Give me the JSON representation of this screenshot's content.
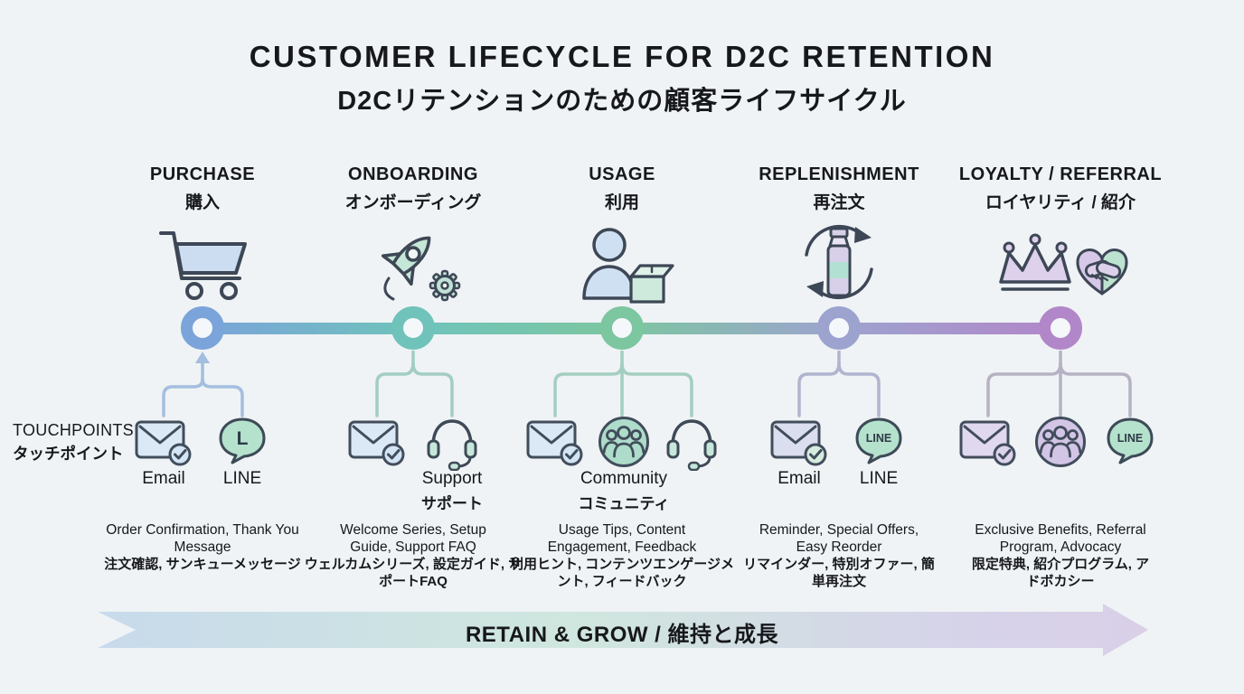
{
  "title": {
    "en": "CUSTOMER LIFECYCLE FOR D2C RETENTION",
    "ja": "D2Cリテンションのための顧客ライフサイクル"
  },
  "touchpoints_legend": {
    "en": "TOUCHPOINTS",
    "ja": "タッチポイント"
  },
  "bottom_arrow": {
    "label": "RETAIN & GROW / 維持と成長"
  },
  "colors": {
    "background": "#eff3f5",
    "text": "#17181b",
    "timeline_gradient": [
      "#7aa4da",
      "#6fc3bb",
      "#7cc6a0",
      "#9da3cf",
      "#b287c9"
    ],
    "arrow_gradient": [
      "#c8daec",
      "#cfe7de",
      "#d9d0e8"
    ]
  },
  "stages": [
    {
      "name_en": "PURCHASE",
      "name_ja": "購入",
      "icon": "shopping-cart",
      "node_color": "#7aa4da",
      "connector_color": "#a3bedf",
      "touchpoints": [
        {
          "icon": "email-check",
          "label": "Email"
        },
        {
          "icon": "line-bubble",
          "bubble_text": "L",
          "label": "LINE"
        }
      ],
      "desc_en": "Order Confirmation, Thank You Message",
      "desc_ja": "注文確認, サンキューメッセージ"
    },
    {
      "name_en": "ONBOARDING",
      "name_ja": "オンボーディング",
      "icon": "rocket-gear",
      "node_color": "#6fc3bb",
      "connector_color": "#a2cdc4",
      "touchpoints": [
        {
          "icon": "email-check"
        },
        {
          "icon": "headset",
          "label": "Support",
          "label_ja": "サポート"
        }
      ],
      "desc_en": "Welcome Series, Setup Guide, Support FAQ",
      "desc_ja": "ウェルカムシリーズ, 設定ガイド, サポートFAQ"
    },
    {
      "name_en": "USAGE",
      "name_ja": "利用",
      "icon": "person-box",
      "node_color": "#7cc6a0",
      "connector_color": "#a3cec0",
      "touchpoints": [
        {
          "icon": "email-check"
        },
        {
          "icon": "community-people",
          "label": "Community",
          "label_ja": "コミュニティ"
        },
        {
          "icon": "headset"
        }
      ],
      "desc_en": "Usage Tips, Content Engagement, Feedback",
      "desc_ja": "利用ヒント, コンテンツエンゲージメント, フィードバック"
    },
    {
      "name_en": "REPLENISHMENT",
      "name_ja": "再注文",
      "icon": "bottle-reorder",
      "node_color": "#9da3cf",
      "connector_color": "#b1b4ce",
      "touchpoints": [
        {
          "icon": "email-check",
          "label": "Email"
        },
        {
          "icon": "line-bubble",
          "bubble_text": "LINE",
          "label": "LINE"
        }
      ],
      "desc_en": "Reminder, Special Offers, Easy Reorder",
      "desc_ja": "リマインダー, 特別オファー, 簡単再注文"
    },
    {
      "name_en": "LOYALTY / REFERRAL",
      "name_ja": "ロイヤリティ / 紹介",
      "icon": "crown-handshake",
      "node_color": "#b287c9",
      "connector_color": "#b6b2c4",
      "touchpoints": [
        {
          "icon": "email-check"
        },
        {
          "icon": "community-people"
        },
        {
          "icon": "line-bubble",
          "bubble_text": "LINE"
        }
      ],
      "desc_en": "Exclusive Benefits, Referral Program, Advocacy",
      "desc_ja": "限定特典, 紹介プログラム, アドボカシー"
    }
  ]
}
